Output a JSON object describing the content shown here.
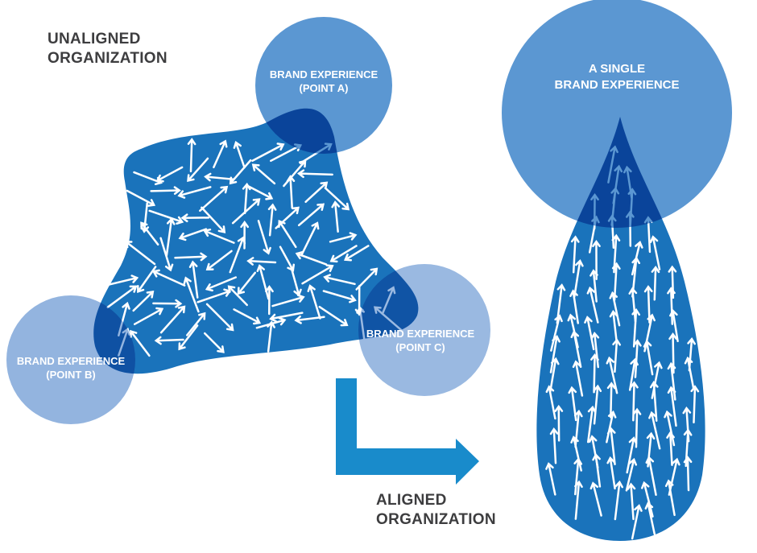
{
  "labels": {
    "unaligned": [
      "UNALIGNED",
      "ORGANIZATION"
    ],
    "aligned": [
      "ALIGNED",
      "ORGANIZATION"
    ],
    "point_a": [
      "BRAND EXPERIENCE",
      "(POINT A)"
    ],
    "point_b": [
      "BRAND EXPERIENCE",
      "(POINT B)"
    ],
    "point_c": [
      "BRAND EXPERIENCE",
      "(POINT C)"
    ],
    "single": [
      "A SINGLE",
      "BRAND EXPERIENCE"
    ]
  },
  "colors": {
    "shape_blue": "#1a73bb",
    "circle_a": "#4f8fce",
    "circle_light": "#93b4df",
    "transition_arrow": "#198bcb",
    "label_text": "#3d3d3f"
  }
}
